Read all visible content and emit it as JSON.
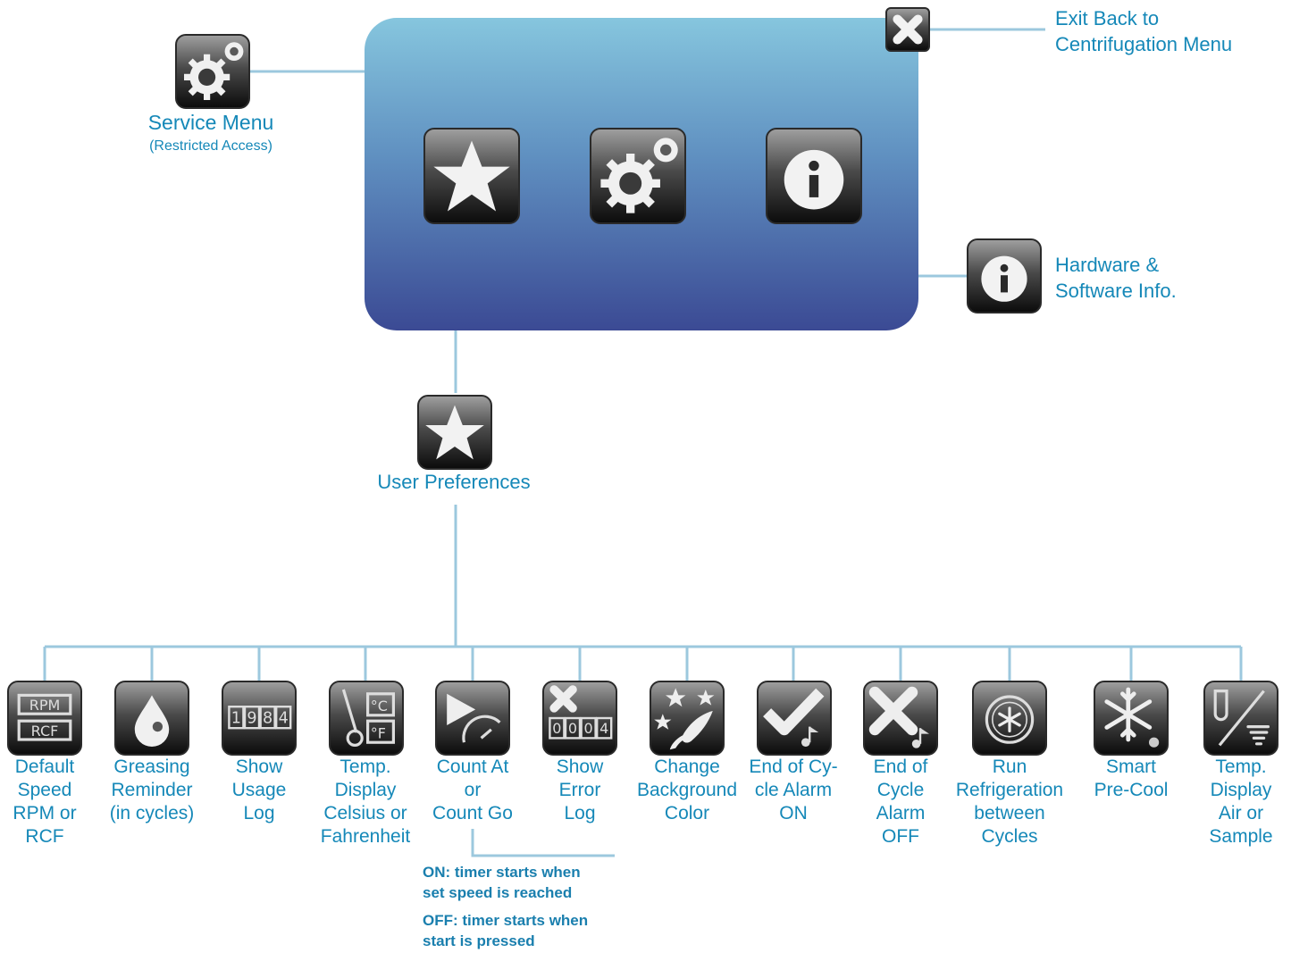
{
  "top": {
    "exit_label": "Exit Back to\nCentrifugation Menu",
    "service_label": "Service Menu",
    "service_sub": "(Restricted Access)",
    "hardware_label": "Hardware &\nSoftware Info.",
    "user_pref_label": "User Preferences"
  },
  "options": [
    {
      "label": "Default\nSpeed\nRPM or\nRCF",
      "icon": "rpm-rcf-icon"
    },
    {
      "label": "Greasing\nReminder\n(in cycles)",
      "icon": "grease-drop-icon"
    },
    {
      "label": "Show\nUsage\nLog",
      "icon": "usage-log-icon"
    },
    {
      "label": "Temp.\nDisplay\nCelsius or\nFahrenheit",
      "icon": "celsius-fahrenheit-icon"
    },
    {
      "label": "Count At\nor\nCount Go",
      "icon": "count-timer-icon"
    },
    {
      "label": "Show\nError\nLog",
      "icon": "error-log-icon"
    },
    {
      "label": "Change\nBackground\nColor",
      "icon": "background-color-icon"
    },
    {
      "label": "End of Cy-\ncle Alarm\nON",
      "icon": "alarm-on-icon"
    },
    {
      "label": "End of\nCycle\nAlarm\nOFF",
      "icon": "alarm-off-icon"
    },
    {
      "label": "Run\nRefrigeration\nbetween\nCycles",
      "icon": "refrigeration-icon"
    },
    {
      "label": "Smart\nPre-Cool",
      "icon": "snowflake-icon"
    },
    {
      "label": "Temp.\nDisplay\nAir or\nSample",
      "icon": "air-sample-icon"
    }
  ],
  "notes": {
    "on_note": "ON: timer starts when\nset speed is reached",
    "off_note": "OFF: timer starts when\nstart is pressed"
  },
  "colors": {
    "text": "#1588b8",
    "line": "#9cc8de"
  }
}
